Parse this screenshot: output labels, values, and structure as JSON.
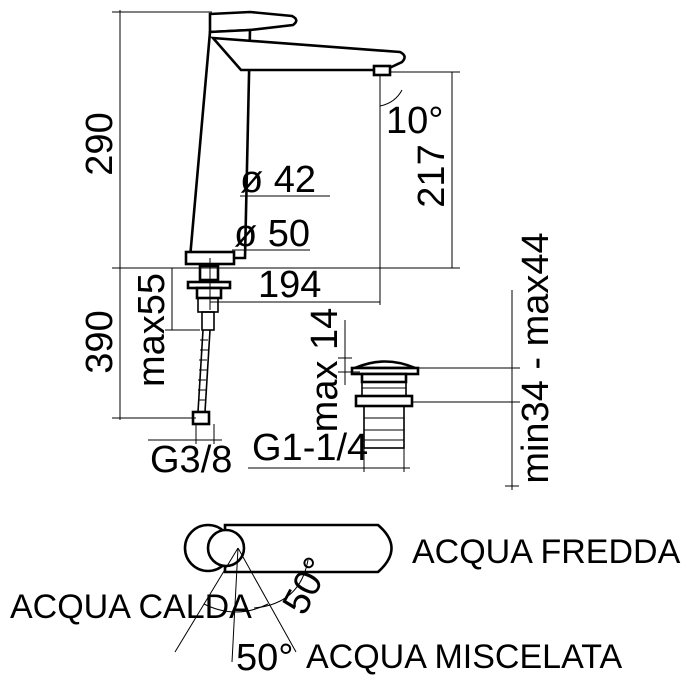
{
  "dimensions": {
    "height_spout": "290",
    "height_outlet": "217",
    "angle_outlet": "10°",
    "body_diameter_top": "ø 42",
    "body_diameter_base": "ø 50",
    "spout_reach": "194",
    "below_deck": "390",
    "deck_thickness_max": "max55",
    "hose_connection": "G3/8",
    "waste_thread": "G1-1/4",
    "waste_cap_max": "max 14",
    "waste_range": "min34 - max44"
  },
  "handle_diagram": {
    "cold_water": "ACQUA FREDDA",
    "hot_water": "ACQUA CALDA",
    "mixed_water": "ACQUA MISCELATA",
    "angle_left": "50°",
    "angle_right": "50°"
  }
}
